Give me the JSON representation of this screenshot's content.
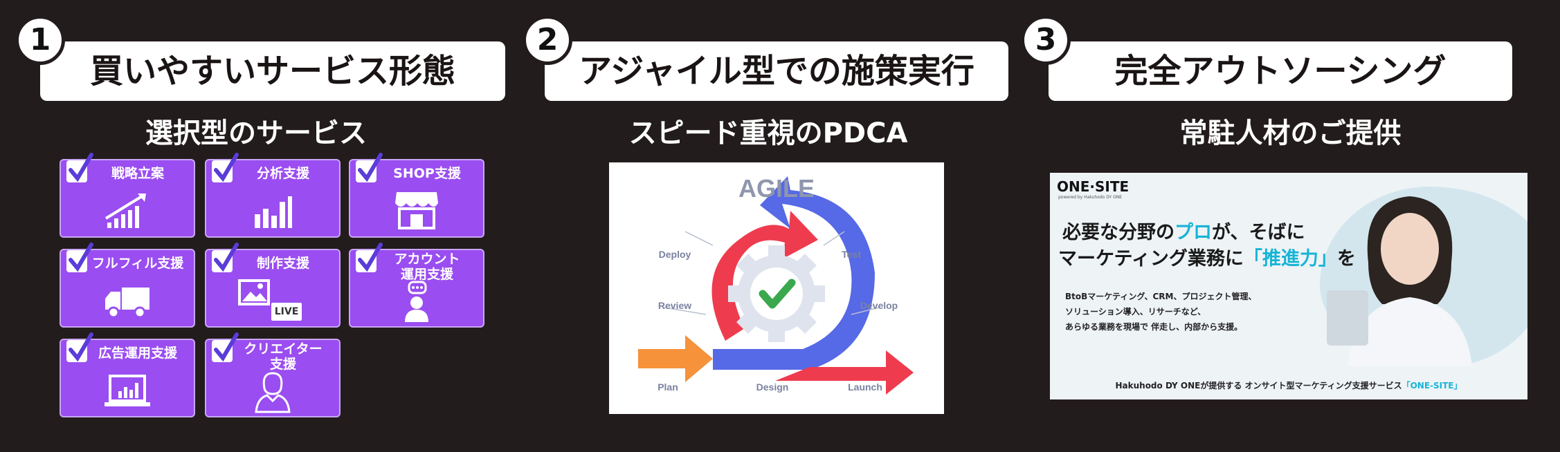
{
  "sections": [
    {
      "number": "1",
      "heading": "買いやすいサービス形態",
      "subtitle": "選択型のサービス",
      "tiles": [
        {
          "label": "戦略立案",
          "icon": "growth-chart-icon"
        },
        {
          "label": "分析支援",
          "icon": "bar-chart-icon"
        },
        {
          "label": "SHOP支援",
          "icon": "shop-icon"
        },
        {
          "label": "フルフィル支援",
          "icon": "delivery-truck-icon"
        },
        {
          "label": "制作支援",
          "icon": "image-live-icon"
        },
        {
          "label": "アカウント\n運用支援",
          "icon": "support-person-icon"
        },
        {
          "label": "広告運用支援",
          "icon": "laptop-chart-icon"
        },
        {
          "label": "クリエイター\n支援",
          "icon": "creator-person-icon"
        }
      ],
      "live_badge": "LIVE"
    },
    {
      "number": "2",
      "heading": "アジャイル型での施策実行",
      "subtitle": "スピード重視のPDCA",
      "agile": {
        "title": "AGILE",
        "stages": [
          "Deploy",
          "Test",
          "Review",
          "Develop",
          "Plan",
          "Design",
          "Launch"
        ],
        "colors": {
          "red": "#ee3c4e",
          "blue": "#5669e6",
          "orange": "#f5923a",
          "gear": "#dfe3ee",
          "check": "#3aa84d"
        }
      }
    },
    {
      "number": "3",
      "heading": "完全アウトソーシング",
      "subtitle": "常駐人材のご提供",
      "onesite": {
        "logo": "ONE·SITE",
        "logo_sub": "powered by Hakuhodo DY ONE",
        "headline1_a": "必要な分野の",
        "headline1_hl": "プロ",
        "headline1_b": "が、そばに",
        "headline2_a": "マーケティング業務に",
        "headline2_hl": "「推進力」",
        "headline2_b": "を",
        "body": [
          "BtoBマーケティング、CRM、プロジェクト管理、",
          "ソリューション導入、リサーチなど、",
          "あらゆる業務を現場で 伴走し、内部から支援。"
        ],
        "footer_a": "Hakuhodo DY ONEが提供する オンサイト型マーケティング支援サービス",
        "footer_hl": "「ONE-SITE」",
        "accent": "#17b4d6"
      }
    }
  ]
}
